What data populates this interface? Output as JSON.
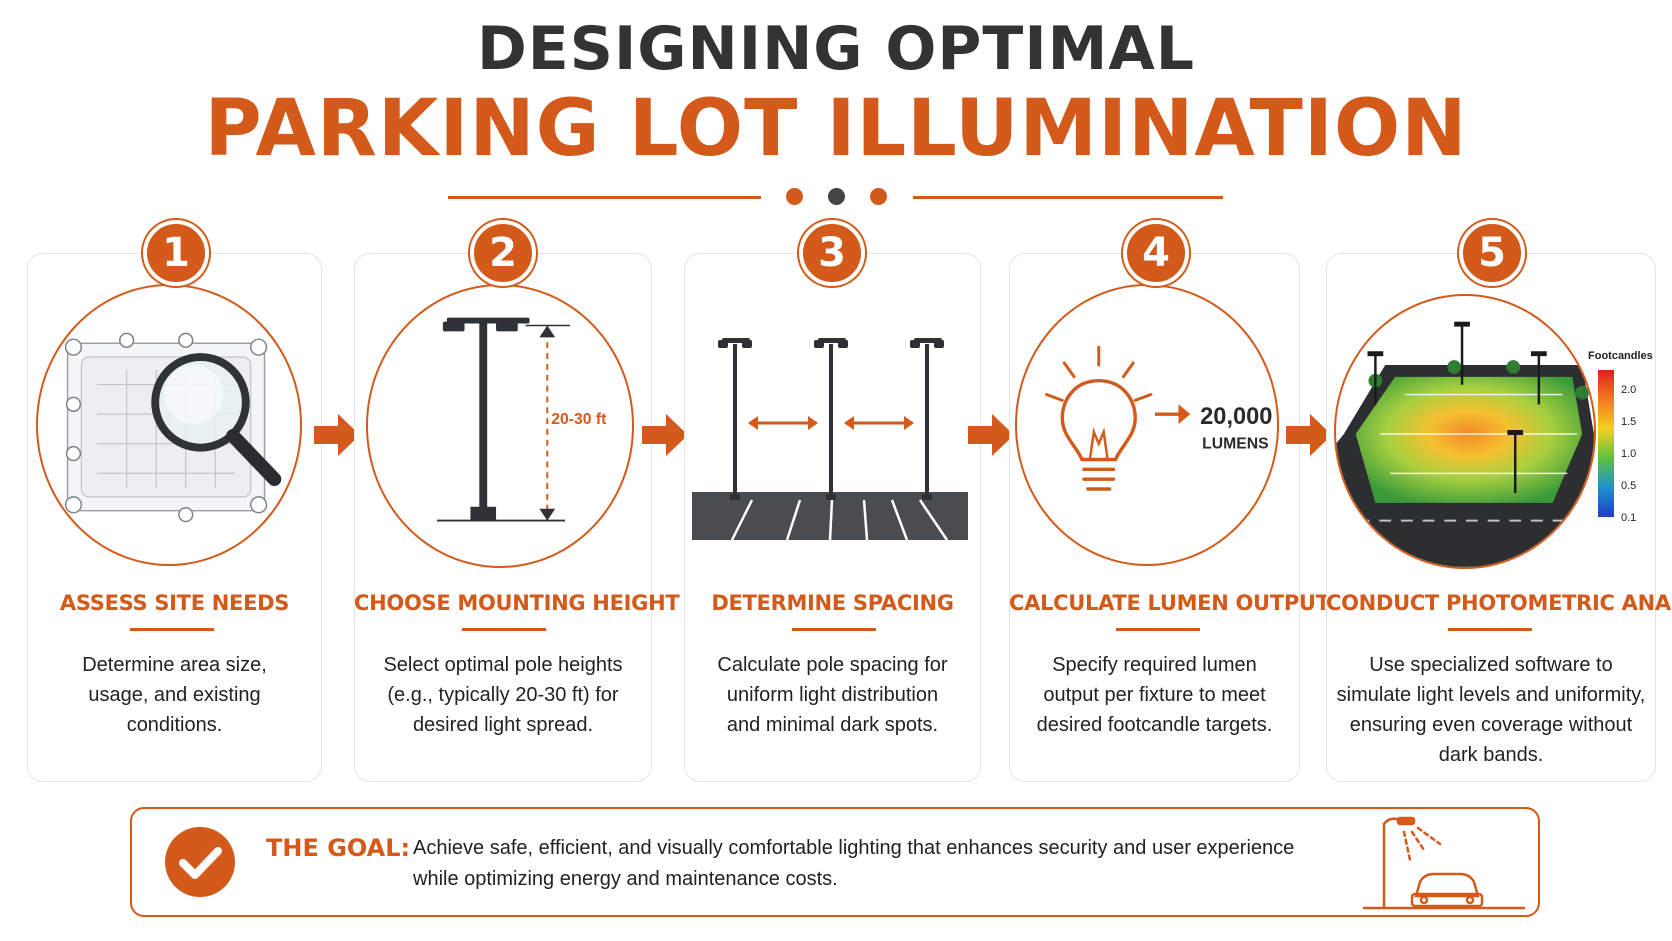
{
  "header": {
    "title_top": "DESIGNING OPTIMAL",
    "title_main": "PARKING LOT ILLUMINATION"
  },
  "colors": {
    "accent": "#d35a1a",
    "dark": "#333333",
    "card_border": "#e3e3e3"
  },
  "steps": [
    {
      "number": "1",
      "title": "ASSESS SITE NEEDS",
      "description_lines": [
        "Determine area size,",
        "usage, and existing",
        "conditions."
      ],
      "icon": "magnifier-site-plan-icon"
    },
    {
      "number": "2",
      "title": "CHOOSE MOUNTING HEIGHT",
      "description_lines": [
        "Select optimal pole heights",
        "(e.g., typically 20-30 ft) for",
        "desired light spread."
      ],
      "icon": "light-pole-icon",
      "height_label": "20-30 ft"
    },
    {
      "number": "3",
      "title": "DETERMINE SPACING",
      "description_lines": [
        "Calculate pole spacing for",
        "uniform light distribution",
        "and minimal dark spots."
      ],
      "icon": "pole-spacing-icon"
    },
    {
      "number": "4",
      "title": "CALCULATE LUMEN OUTPUT",
      "description_lines": [
        "Specify required lumen",
        "output per fixture to meet",
        "desired footcandle targets."
      ],
      "icon": "light-bulb-icon",
      "lumen_value": "20,000",
      "lumen_unit": "LUMENS"
    },
    {
      "number": "5",
      "title": "CONDUCT PHOTOMETRIC ANALYSIS",
      "description_lines": [
        "Use specialized software to",
        "simulate light levels and uniformity,",
        "ensuring even coverage without",
        "dark bands."
      ],
      "icon": "heatmap-lot-icon",
      "legend_title": "Footcandles",
      "legend_ticks": [
        "2.0",
        "1.5",
        "1.0",
        "0.5",
        "0.1"
      ]
    }
  ],
  "goal": {
    "label": "THE GOAL:",
    "lines": [
      "Achieve safe, efficient, and visually comfortable lighting that enhances security and user experience",
      "while optimizing energy and maintenance costs."
    ],
    "icon": "streetlight-car-icon"
  }
}
